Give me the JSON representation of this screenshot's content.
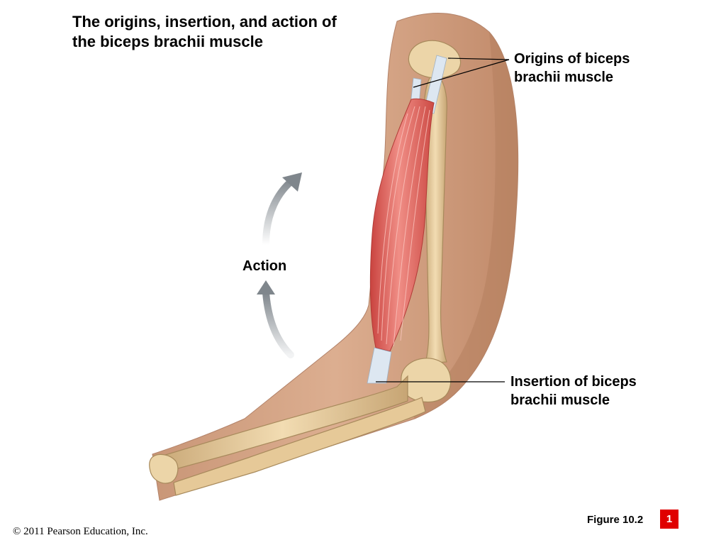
{
  "title": "The origins, insertion, and action of the biceps brachii muscle",
  "labels": {
    "origins": "Origins of biceps brachii muscle",
    "insertion": "Insertion of biceps brachii muscle",
    "action": "Action"
  },
  "figure": "Figure 10.2",
  "page_badge": "1",
  "copyright": "© 2011 Pearson Education, Inc.",
  "colors": {
    "skin": "#d9a889",
    "skin_shadow": "#b98566",
    "bone": "#e8cfa2",
    "bone_outline": "#a88a5c",
    "muscle": "#e0706c",
    "tendon": "#dce6f0",
    "arrow": "#8e9499",
    "badge": "#e00000"
  }
}
